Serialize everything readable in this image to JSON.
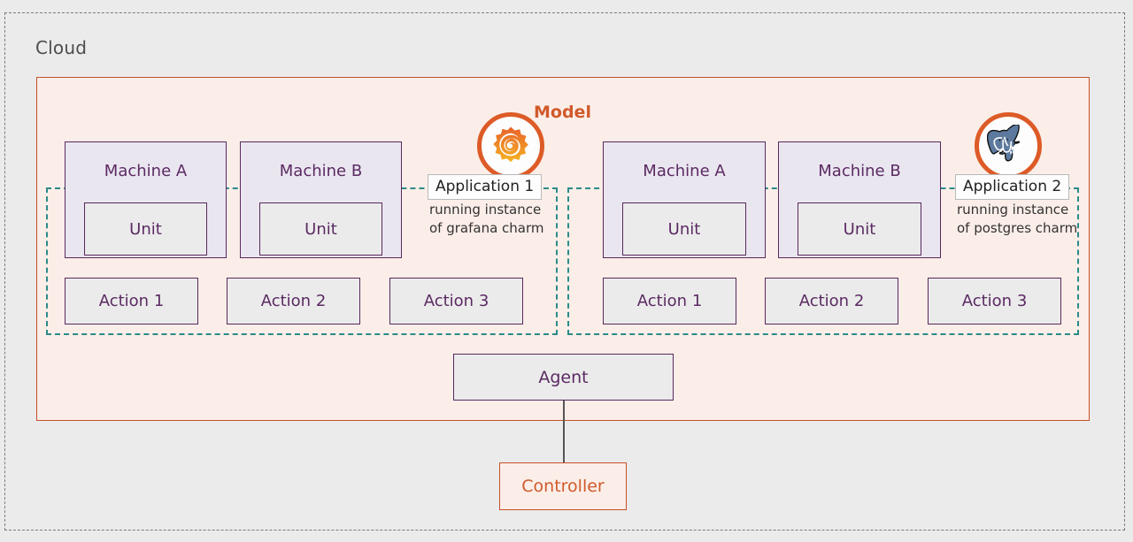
{
  "diagram": {
    "cloud": {
      "label": "Cloud"
    },
    "model": {
      "label": "Model"
    },
    "applications": [
      {
        "badge": "Application 1",
        "caption_line1": "running instance",
        "caption_line2": "of grafana charm",
        "icon": "grafana-icon",
        "machines": [
          {
            "title": "Machine A",
            "unit": "Unit"
          },
          {
            "title": "Machine B",
            "unit": "Unit"
          }
        ],
        "actions": [
          "Action 1",
          "Action 2",
          "Action 3"
        ]
      },
      {
        "badge": "Application 2",
        "caption_line1": "running instance",
        "caption_line2": "of postgres charm",
        "icon": "postgresql-icon",
        "machines": [
          {
            "title": "Machine A",
            "unit": "Unit"
          },
          {
            "title": "Machine B",
            "unit": "Unit"
          }
        ],
        "actions": [
          "Action 1",
          "Action 2",
          "Action 3"
        ]
      }
    ],
    "agent": {
      "label": "Agent"
    },
    "controller": {
      "label": "Controller"
    }
  },
  "colors": {
    "page_background": "#ebebeb",
    "cloud_border": "#7a7a7a",
    "model_fill": "#fbeee8",
    "model_border": "#c5502a",
    "model_label": "#d15a2b",
    "application_region_dash": "#2b8a8a",
    "machine_fill": "#eae6f0",
    "purple_border": "#59285e",
    "purple_text": "#5b2a63",
    "box_fill": "#ebebeb",
    "icon_ring": "#dd5b27",
    "grafana_orange": "#e8612c",
    "grafana_yellow": "#f5a623",
    "postgres_blue": "#5d7a9e",
    "connector": "#555555"
  }
}
